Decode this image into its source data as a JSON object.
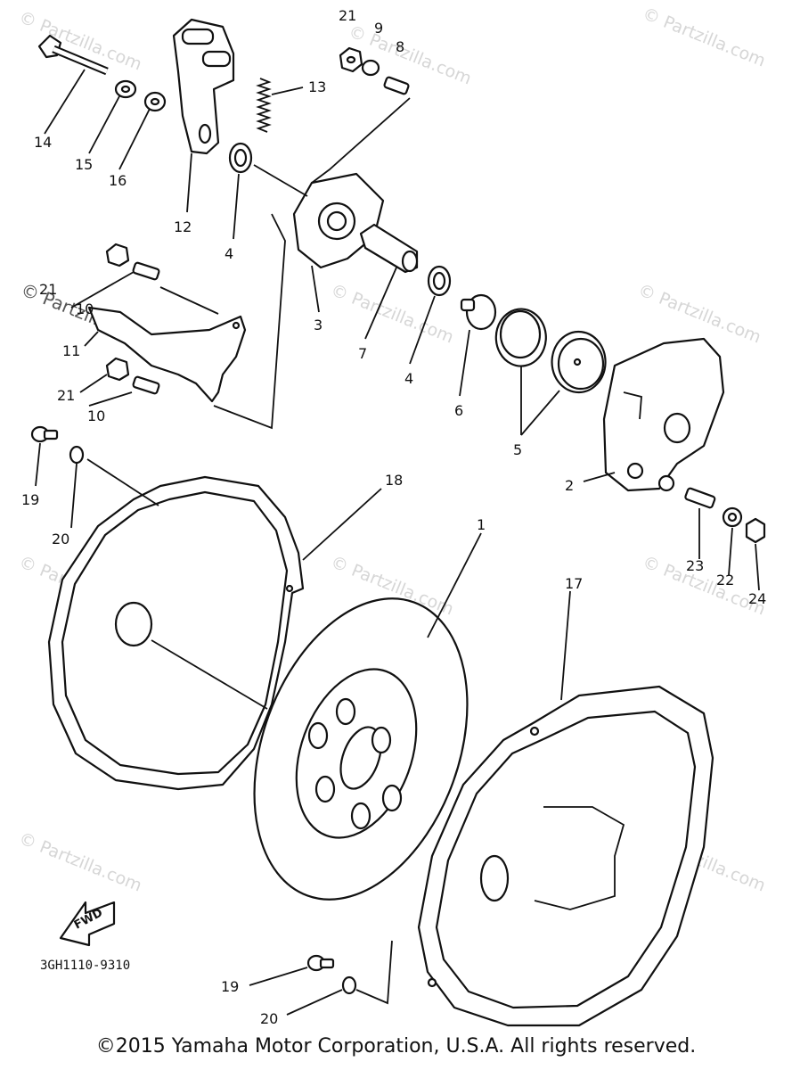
{
  "copyright": "©2015 Yamaha Motor Corporation, U.S.A. All rights reserved.",
  "catalog_code": "3GH1110-9310",
  "direction_arrow": "FWD",
  "watermark_text": "© Partzilla.com",
  "part_labels": {
    "p1": "1",
    "p2": "2",
    "p3": "3",
    "p4a": "4",
    "p4b": "4",
    "p5": "5",
    "p6": "6",
    "p7": "7",
    "p8": "8",
    "p9": "9",
    "p10a": "10",
    "p10b": "10",
    "p11": "11",
    "p12": "12",
    "p13": "13",
    "p14": "14",
    "p15": "15",
    "p16": "16",
    "p17": "17",
    "p18": "18",
    "p19a": "19",
    "p19b": "19",
    "p20a": "20",
    "p20b": "20",
    "p21a": "21",
    "p21b": "21",
    "p21c": "21",
    "p22": "22",
    "p23": "23",
    "p24": "24"
  }
}
